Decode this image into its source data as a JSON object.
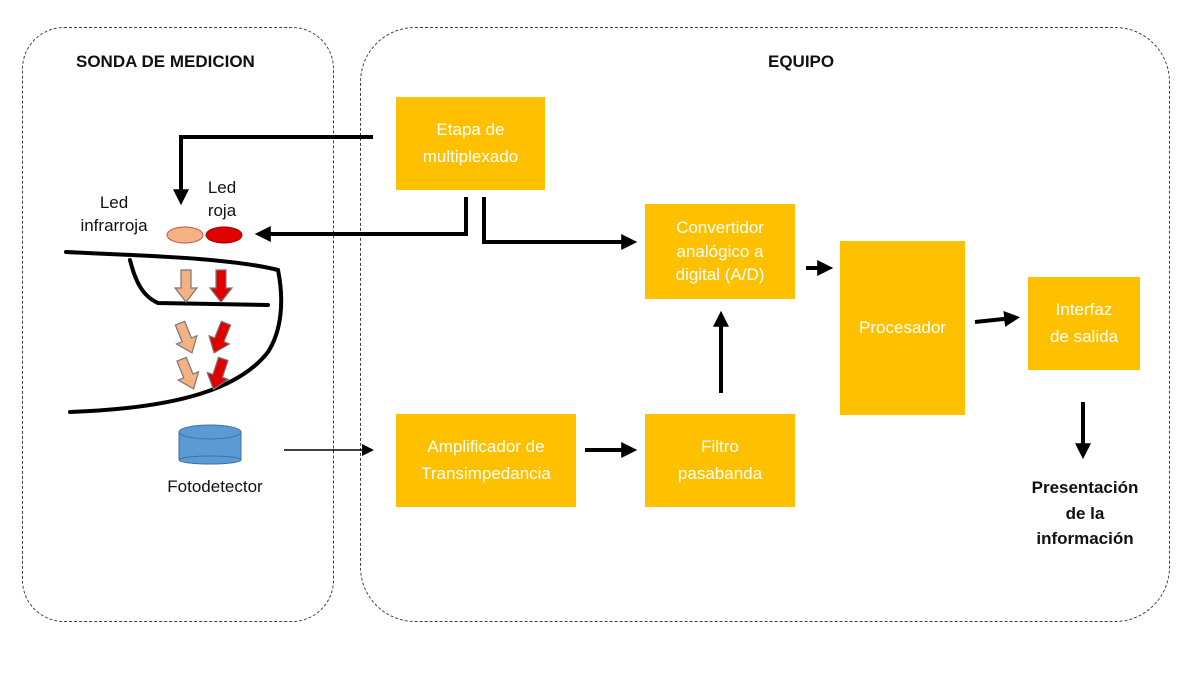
{
  "probe": {
    "title": "SONDA DE MEDICION",
    "led_infrared": "Led\ninfrarroja",
    "led_red": "Led\nroja",
    "photodetector": "Fotodetector"
  },
  "equipment": {
    "title": "EQUIPO",
    "multiplexer": "Etapa de\nmultiplexado",
    "converter": "Convertidor\nanalógico a\ndigital (A/D)",
    "amplifier": "Amplificador de\nTransimpedancia",
    "filter": "Filtro\npasabanda",
    "processor": "Procesador",
    "output_interface": "Interfaz\nde salida",
    "presentation": "Presentación\nde la\ninformación"
  },
  "colors": {
    "block": "#FFC000",
    "led_infrared": "#F4B183",
    "led_red": "#E00000",
    "photodetector": "#5B9BD5"
  }
}
